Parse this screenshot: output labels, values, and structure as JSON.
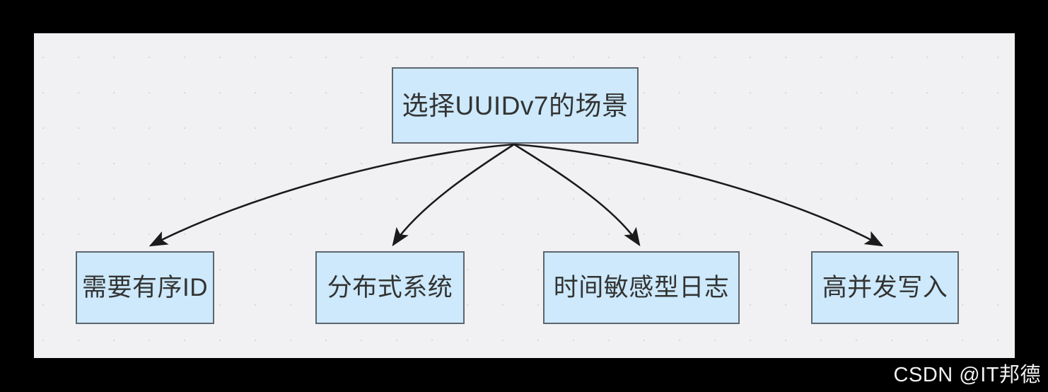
{
  "diagram": {
    "type": "tree-flowchart",
    "background_color": "#f1f1f3",
    "node_fill": "#cde9fb",
    "node_border": "#5d666f",
    "edge_color": "#1b1b1b",
    "root": {
      "label": "选择UUIDv7的场景"
    },
    "children": [
      {
        "label": "需要有序ID"
      },
      {
        "label": "分布式系统"
      },
      {
        "label": "时间敏感型日志"
      },
      {
        "label": "高并发写入"
      }
    ]
  },
  "watermark": {
    "text": "CSDN @IT邦德"
  }
}
